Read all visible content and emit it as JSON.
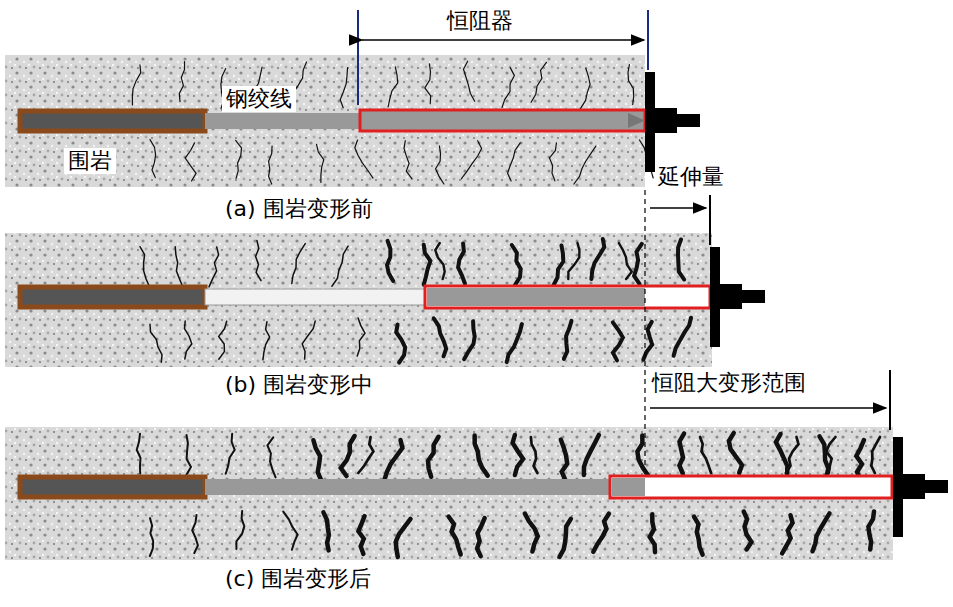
{
  "diagram": {
    "labels": [
      "恒阻器",
      "钢绞线",
      "围岩",
      "(a) 围岩变形前",
      "延伸量",
      "(b) 围岩变形中",
      "恒阻大变形范围",
      "(c) 围岩变形后"
    ]
  }
}
